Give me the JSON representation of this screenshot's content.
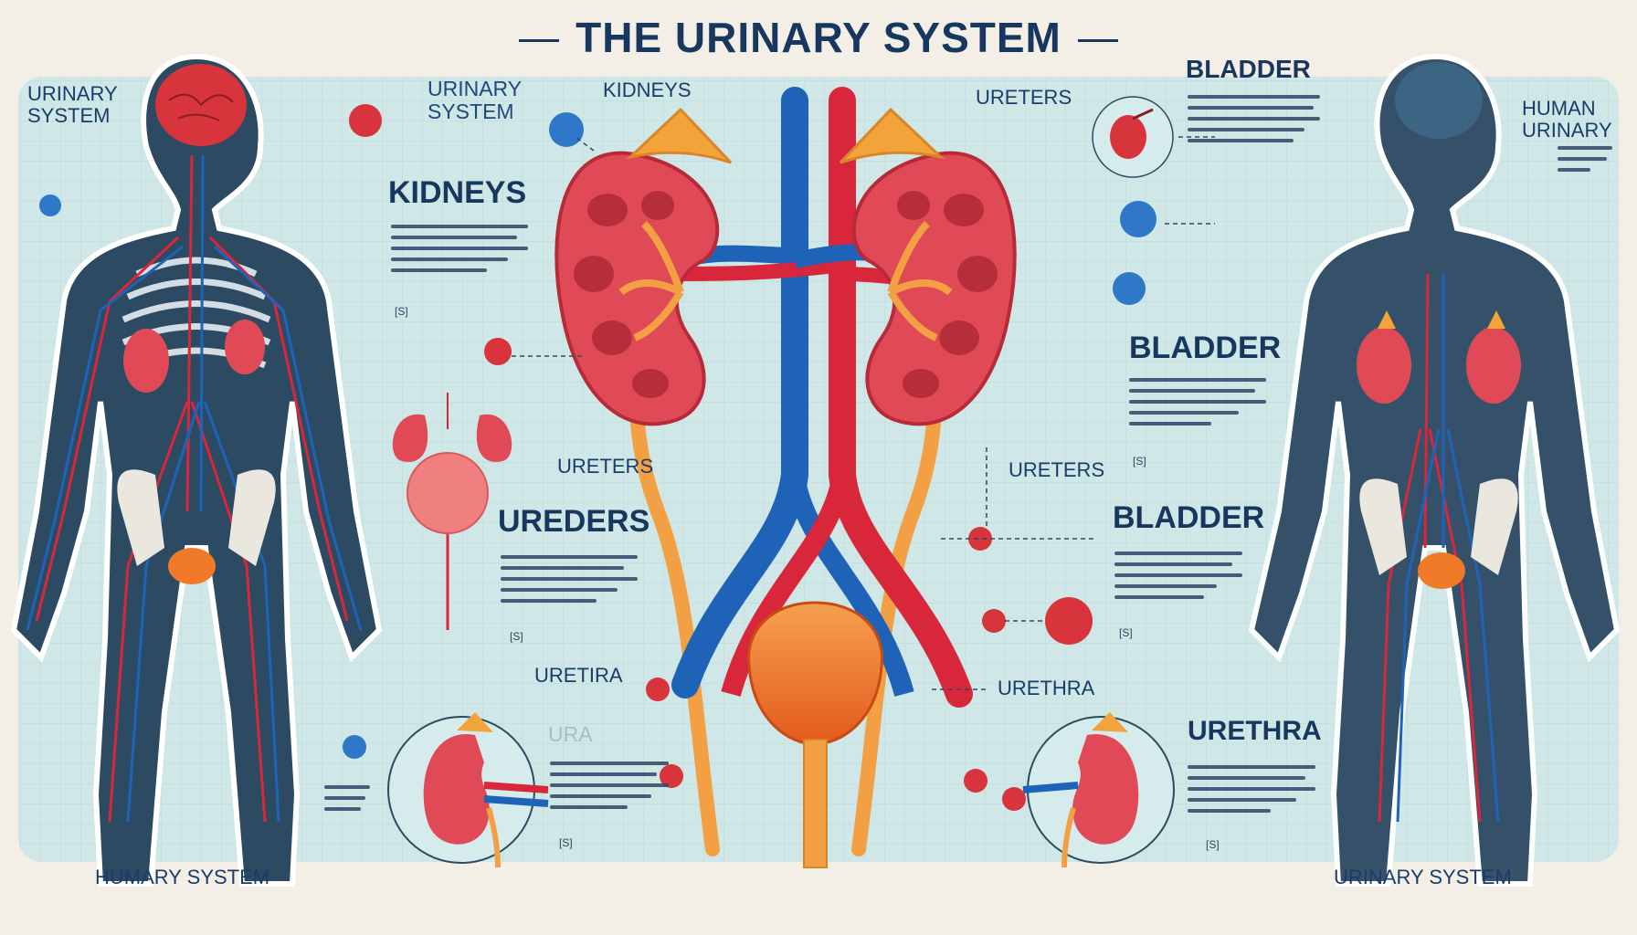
{
  "title": "THE URINARY SYSTEM",
  "labels": {
    "urinary_system_left": [
      "URINARY",
      "SYSTEM"
    ],
    "urinary_system_center": [
      "URINARY",
      "SYSTEM"
    ],
    "kidneys_top": "KIDNEYS",
    "ureters_top": "URETERS",
    "bladder_top": "BLADDER",
    "human_urinary": [
      "HUMAN",
      "URINARY"
    ],
    "kidneys_heading": "KIDNEYS",
    "bladder_mid": "BLADDER",
    "ureters_left": "URETERS",
    "ureters_right": "URETERS",
    "ureders": "UREDERS",
    "bladder_lower": "BLADDER",
    "uretira": "URETIRA",
    "urethra_center": "URETHRA",
    "ura": "URA",
    "urethra_right": "URETHRA",
    "humary_system": "HUMARY SYSTEM",
    "urinary_system_bottom": "URINARY SYSTEM"
  },
  "figure_refs": [
    "[S]",
    "[S]",
    "[S]",
    "[S]",
    "[S]",
    "[S]"
  ],
  "colors": {
    "panel": "#cfe7e6",
    "silhouette": "#2d4a63",
    "artery": "#d8273a",
    "vein": "#1f63b8",
    "kidney": "#e04a56",
    "adrenal": "#f2a43a",
    "bladder": "#f07a28",
    "text": "#183d6b"
  }
}
